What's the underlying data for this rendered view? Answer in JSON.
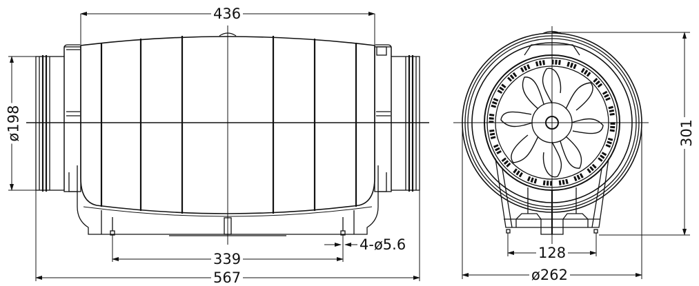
{
  "drawing": {
    "title": "Inline duct fan - technical dimension drawing",
    "stroke_color": "#111111",
    "background": "#ffffff"
  },
  "side_view": {
    "dimensions": {
      "body_length": "436",
      "duct_diameter": "ø198",
      "mount_hole_spacing": "339",
      "mount_holes": "4-ø5.6",
      "overall_length": "567"
    },
    "rib_count": 8
  },
  "front_view": {
    "dimensions": {
      "height": "301",
      "foot_spacing": "128",
      "outer_diameter": "ø262"
    },
    "impeller_blades": 8
  }
}
